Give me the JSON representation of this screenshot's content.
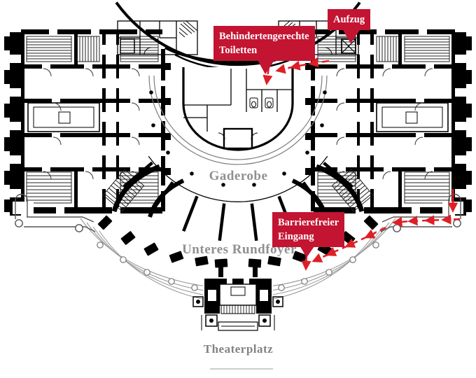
{
  "callouts": {
    "toilets": {
      "line1": "Behindertengerechte",
      "line2": "Toiletten"
    },
    "elevator": {
      "label": "Aufzug"
    },
    "entrance": {
      "line1": "Barrierefreier",
      "line2": "Eingang"
    }
  },
  "areas": {
    "cloakroom": "Gaderobe",
    "foyer": "Unteres Rundfoyer",
    "square": "Theaterplatz"
  },
  "colors": {
    "callout_bg": "#c31432",
    "callout_text": "#ffffff",
    "route_red": "#de1f26",
    "area_label": "#909090",
    "plan_ink": "#000000"
  }
}
